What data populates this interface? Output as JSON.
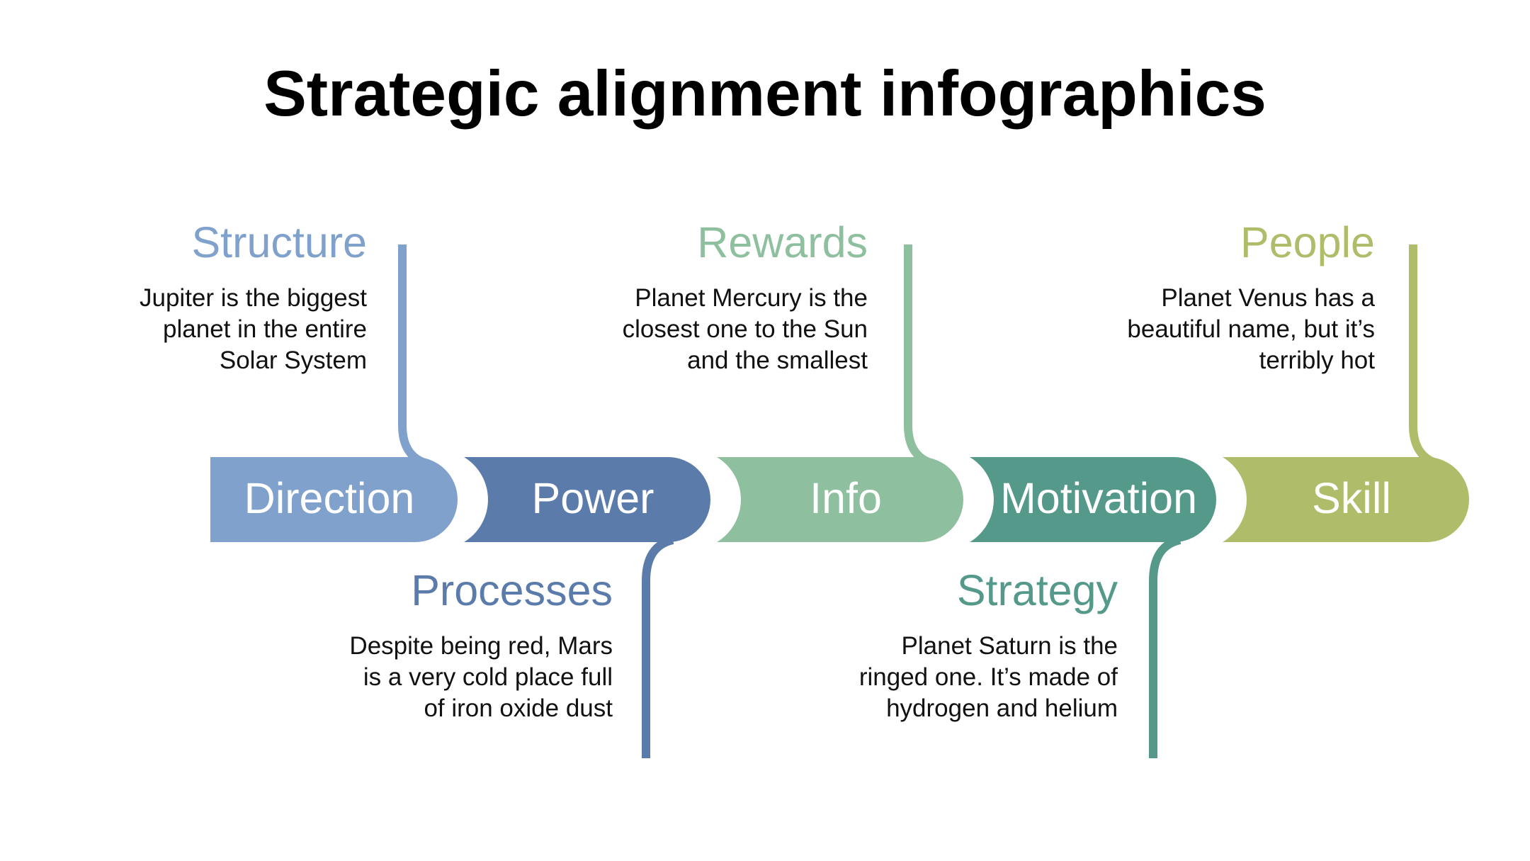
{
  "title": "Strategic alignment infographics",
  "colors": {
    "direction": "#7fa1cc",
    "power": "#5b7bab",
    "info": "#8ebf9e",
    "motivation": "#55998a",
    "skill": "#afbd6a"
  },
  "segments": [
    {
      "key": "direction",
      "label": "Direction"
    },
    {
      "key": "power",
      "label": "Power"
    },
    {
      "key": "info",
      "label": "Info"
    },
    {
      "key": "motivation",
      "label": "Motivation"
    },
    {
      "key": "skill",
      "label": "Skill"
    }
  ],
  "blocks": {
    "structure": {
      "heading": "Structure",
      "lines": [
        "Jupiter is the biggest",
        "planet in the entire",
        "Solar System"
      ]
    },
    "rewards": {
      "heading": "Rewards",
      "lines": [
        "Planet Mercury is the",
        "closest one to the Sun",
        "and the smallest"
      ]
    },
    "people": {
      "heading": "People",
      "lines": [
        "Planet Venus has a",
        "beautiful name, but it’s",
        "terribly hot"
      ]
    },
    "processes": {
      "heading": "Processes",
      "lines": [
        "Despite being red, Mars",
        "is a very cold place full",
        "of iron oxide dust"
      ]
    },
    "strategy": {
      "heading": "Strategy",
      "lines": [
        "Planet Saturn is the",
        "ringed one. It’s made of",
        "hydrogen and helium"
      ]
    }
  }
}
